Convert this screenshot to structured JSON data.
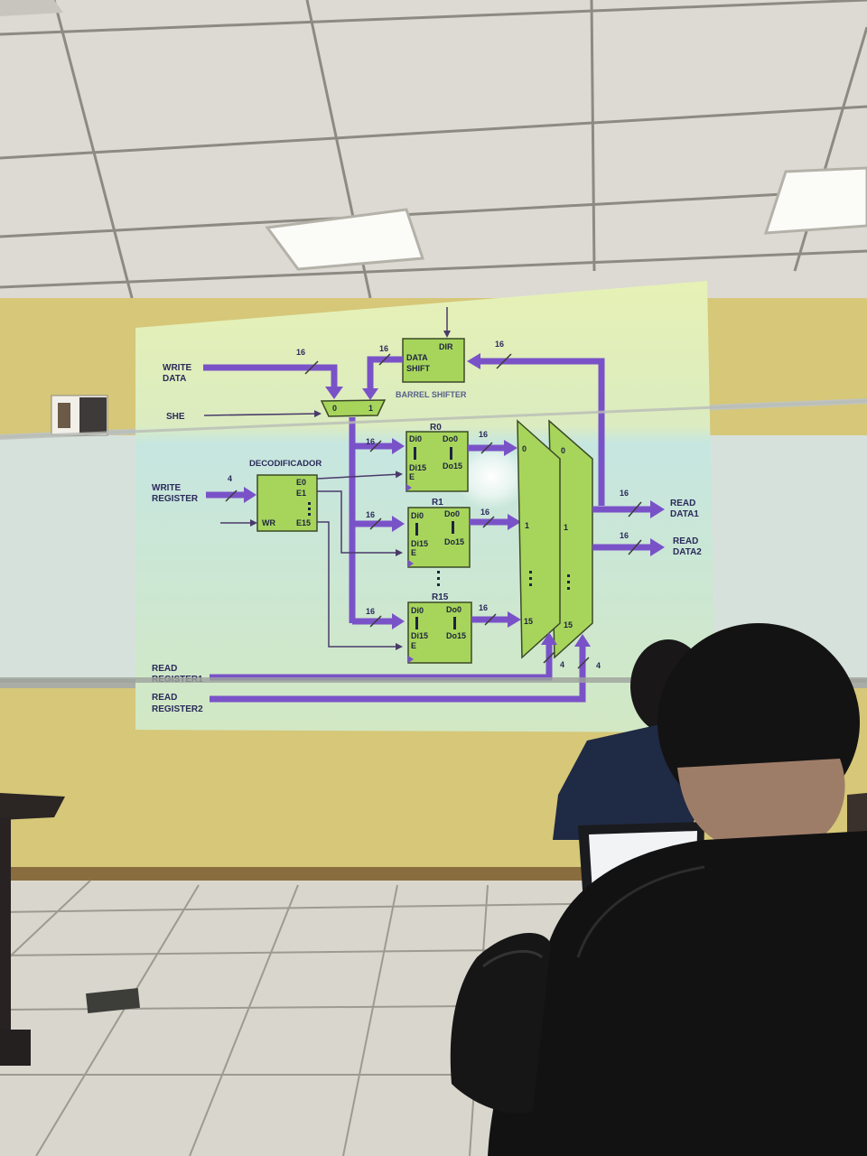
{
  "slide": {
    "inputs": {
      "write_data_1": "WRITE",
      "write_data_2": "DATA",
      "she": "SHE",
      "write_register_1": "WRITE",
      "write_register_2": "REGISTER",
      "read_register1_1": "READ",
      "read_register1_2": "REGISTER1",
      "read_register2_1": "READ",
      "read_register2_2": "REGISTER2"
    },
    "outputs": {
      "read_data1_1": "READ",
      "read_data1_2": "DATA1",
      "read_data2_1": "READ",
      "read_data2_2": "DATA2"
    },
    "bus_widths": {
      "w16": "16",
      "w4": "4"
    },
    "barrel_shifter": {
      "dir": "DIR",
      "data_1": "DATA",
      "data_2": "SHIFT",
      "label": "BARREL SHIFTER"
    },
    "mux_in": {
      "sel0": "0",
      "sel1": "1"
    },
    "decoder": {
      "label": "DECODIFICADOR",
      "e0": "E0",
      "e1": "E1",
      "e15": "E15",
      "wr": "WR"
    },
    "registers": [
      {
        "name": "R0",
        "di0": "Di0",
        "di15": "Di15",
        "do0": "Do0",
        "do15": "Do15",
        "e": "E"
      },
      {
        "name": "R1",
        "di0": "Di0",
        "di15": "Di15",
        "do0": "Do0",
        "do15": "Do15",
        "e": "E"
      },
      {
        "name": "R15",
        "di0": "Di0",
        "di15": "Di15",
        "do0": "Do0",
        "do15": "Do15",
        "e": "E"
      }
    ],
    "out_mux": {
      "in0": "0",
      "in1": "1",
      "in15": "15"
    }
  },
  "colors": {
    "slide_bg": "#e3f0b8",
    "slide_bg_lower": "#cfe7d4",
    "bus": "#7a52c8",
    "block_fill": "#a7d55c",
    "block_stroke": "#3b4a26",
    "wall": "#d9c97a",
    "floor": "#d8d6cf",
    "ceiling": "#e6e4de"
  }
}
